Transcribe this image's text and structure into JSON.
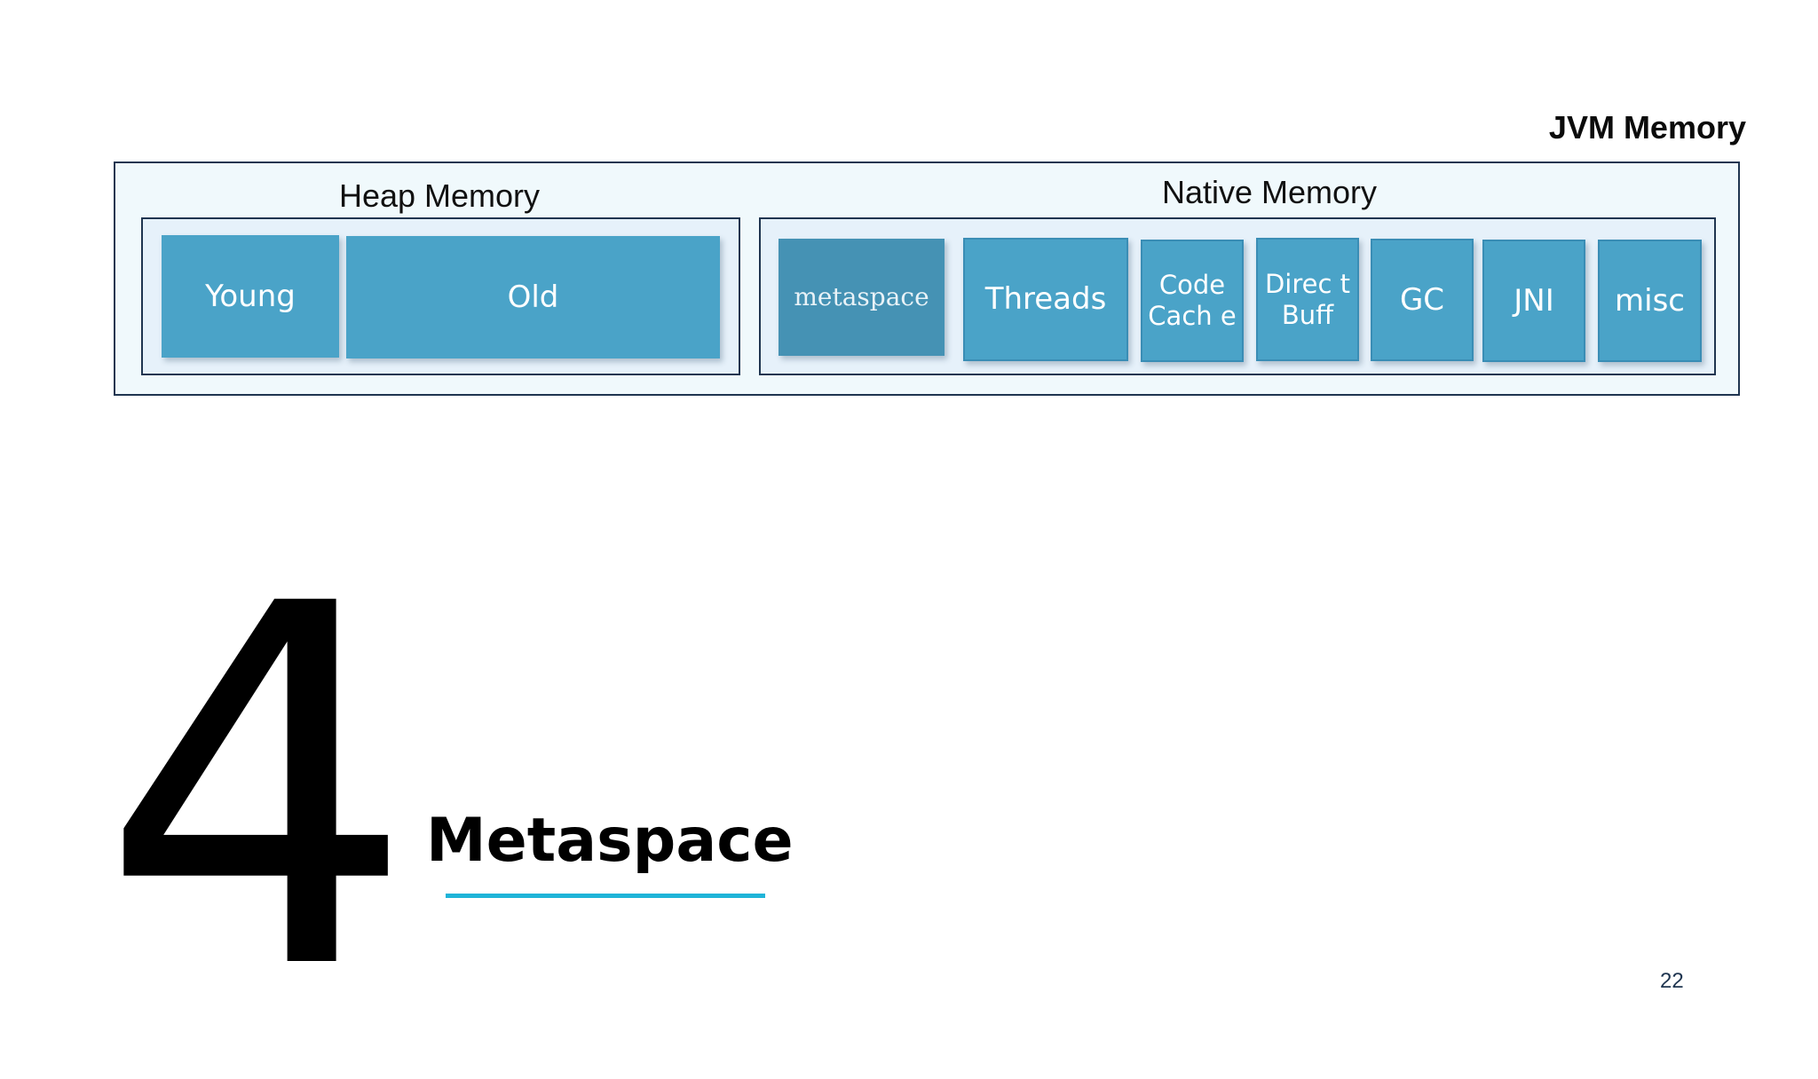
{
  "diagram": {
    "title": "JVM Memory",
    "heap": {
      "label": "Heap Memory",
      "blocks": [
        "Young",
        "Old"
      ]
    },
    "native": {
      "label": "Native Memory",
      "blocks": [
        "metaspace",
        "Threads",
        "Code Cach e",
        "Direc t Buff",
        "GC",
        "JNI",
        "misc"
      ]
    }
  },
  "section": {
    "number": "4",
    "title": "Metaspace"
  },
  "page_number": "22",
  "colors": {
    "block_fill": "#4aa3c8",
    "metaspace_fill": "#4592b4",
    "frame_border": "#1f3550",
    "accent_underline": "#1fb4d8"
  }
}
